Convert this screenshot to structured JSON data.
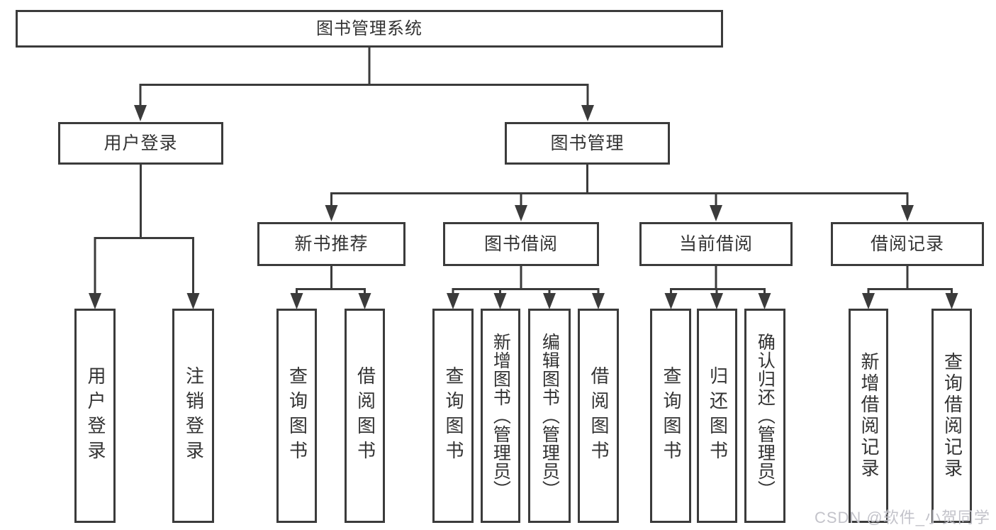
{
  "diagram": {
    "root": "图书管理系统",
    "level2": {
      "user_login": "用户登录",
      "book_mgmt": "图书管理"
    },
    "level3": {
      "new_book": "新书推荐",
      "borrow": "图书借阅",
      "current": "当前借阅",
      "records": "借阅记录"
    },
    "leaves": {
      "user_login": [
        "用户登录",
        "注销登录"
      ],
      "new_book": [
        "查询图书",
        "借阅图书"
      ],
      "borrow": [
        "查询图书",
        "新增图书（管理员）",
        "编辑图书（管理员）",
        "借阅图书"
      ],
      "current": [
        "查询图书",
        "归还图书",
        "确认归还（管理员）"
      ],
      "records": [
        "新增借阅记录",
        "查询借阅记录"
      ]
    }
  },
  "watermark": {
    "text": "CSDN @软件_小贺同学",
    "color": "#c3c3ca"
  },
  "colors": {
    "line": "#3b3b3b",
    "text": "#333333",
    "background": "#ffffff"
  }
}
